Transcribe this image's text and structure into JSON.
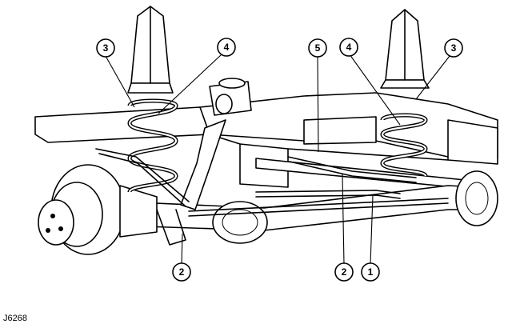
{
  "figure": {
    "reference": "J6268",
    "callouts": [
      {
        "id": "c3-left",
        "label": "3"
      },
      {
        "id": "c4-left",
        "label": "4"
      },
      {
        "id": "c5",
        "label": "5"
      },
      {
        "id": "c4-right",
        "label": "4"
      },
      {
        "id": "c3-right",
        "label": "3"
      },
      {
        "id": "c2-left",
        "label": "2"
      },
      {
        "id": "c2-right",
        "label": "2"
      },
      {
        "id": "c1",
        "label": "1"
      }
    ]
  }
}
